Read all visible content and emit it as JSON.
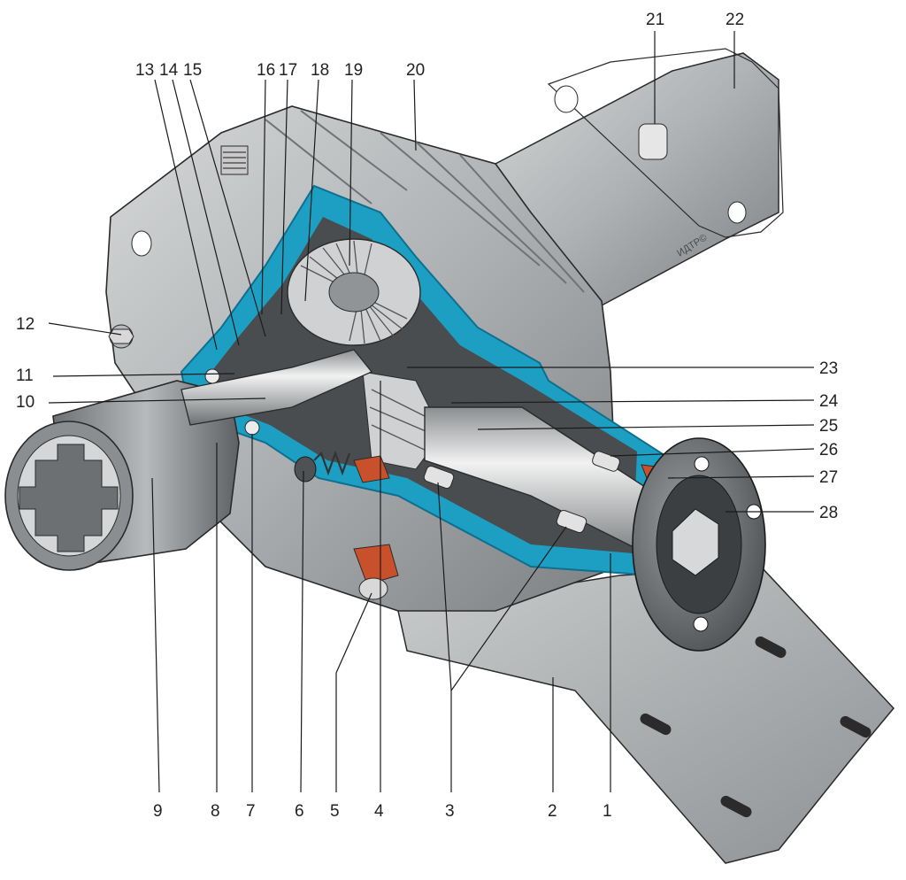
{
  "watermark": "ИДТР©",
  "callouts": [
    {
      "label": "1"
    },
    {
      "label": "2"
    },
    {
      "label": "3"
    },
    {
      "label": "4"
    },
    {
      "label": "5"
    },
    {
      "label": "6"
    },
    {
      "label": "7"
    },
    {
      "label": "8"
    },
    {
      "label": "9"
    },
    {
      "label": "10"
    },
    {
      "label": "11"
    },
    {
      "label": "12"
    },
    {
      "label": "13"
    },
    {
      "label": "14"
    },
    {
      "label": "15"
    },
    {
      "label": "16"
    },
    {
      "label": "17"
    },
    {
      "label": "18"
    },
    {
      "label": "19"
    },
    {
      "label": "20"
    },
    {
      "label": "21"
    },
    {
      "label": "22"
    },
    {
      "label": "23"
    },
    {
      "label": "24"
    },
    {
      "label": "25"
    },
    {
      "label": "26"
    },
    {
      "label": "27"
    },
    {
      "label": "28"
    }
  ],
  "colors": {
    "housing": "#b9bcbe",
    "housing_dark": "#7f8385",
    "section": "#1d9fc4",
    "section_dark": "#0f6f8e",
    "steel": "#d8d8d8",
    "seal": "#c8502a",
    "outline": "#2a2a2a"
  }
}
